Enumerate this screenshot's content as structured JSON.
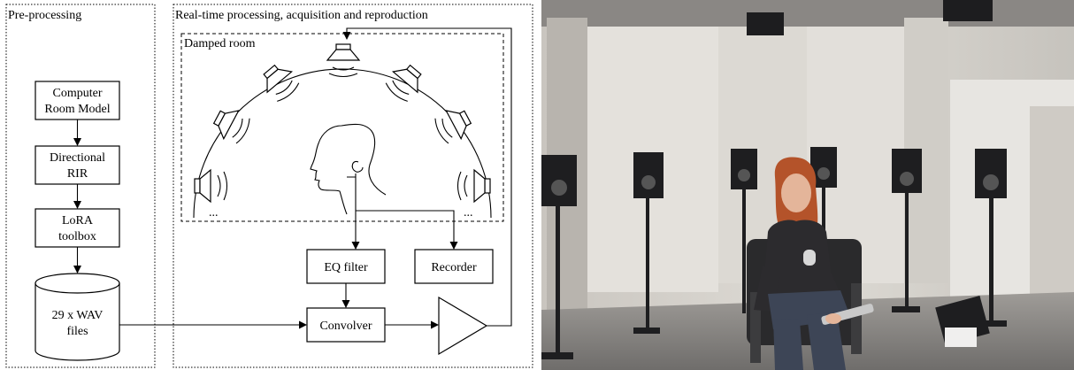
{
  "diagram": {
    "preprocessing_title": "Pre-processing",
    "realtime_title": "Real-time processing, acquisition and reproduction",
    "damped_room_label": "Damped room",
    "blocks": {
      "room_model": [
        "Computer",
        "Room Model"
      ],
      "directional_rir": [
        "Directional",
        "RIR"
      ],
      "lora_toolbox": [
        "LoRA",
        "toolbox"
      ],
      "wav_files": [
        "29 x WAV",
        "files"
      ],
      "eq_filter": "EQ filter",
      "recorder": "Recorder",
      "convolver": "Convolver"
    },
    "ellipsis_left": "...",
    "ellipsis_right": "..."
  },
  "photo": {
    "description_icon": "photo-listening-room"
  },
  "colors": {
    "line": "#000000",
    "background": "#ffffff",
    "photo_wall": "#d9d6d0",
    "photo_panel": "#e6e4df",
    "hair": "#b4532a",
    "shirt": "#2c2b2e"
  }
}
